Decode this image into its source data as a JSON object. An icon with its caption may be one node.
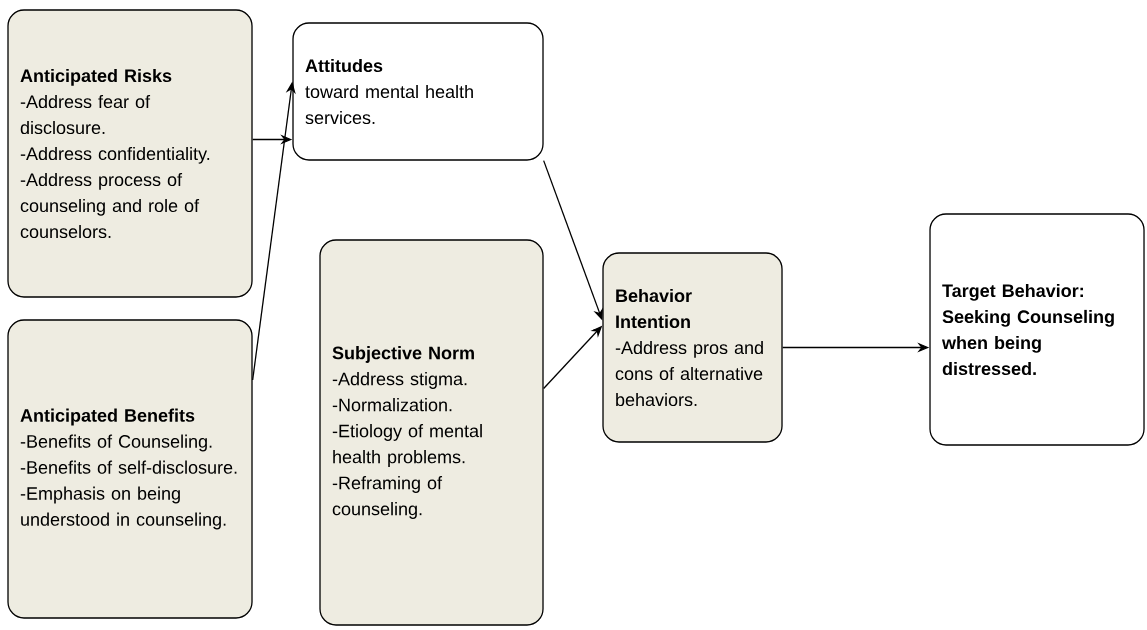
{
  "diagram": {
    "nodes": [
      {
        "text": [
          "Anticipated Risks",
          "-Address fear of disclosure.",
          "-Address confidentiality.",
          "-Address process of counseling and role of counselors."
        ]
      },
      {
        "text": [
          "Attitudes",
          "toward mental health services."
        ]
      },
      {
        "text": [
          "Anticipated Benefits",
          "-Benefits of Counseling.",
          "-Benefits of self-disclosure.",
          "-Emphasis on being understood in counseling."
        ]
      },
      {
        "text": [
          "Subjective Norm",
          "-Address stigma.",
          "-Normalization.",
          "-Etiology of mental health problems.",
          "-Reframing of counseling."
        ]
      },
      {
        "text": [
          "Behavior Intention",
          "-Address pros and cons of alternative behaviors."
        ]
      },
      {
        "text": [
          "Target Behavior: Seeking Counseling when being distressed."
        ]
      }
    ],
    "edges": [
      {
        "from": 0,
        "to": 1,
        "arrow": "to"
      },
      {
        "from": 2,
        "to": 1,
        "arrow": "to"
      },
      {
        "from": 1,
        "to": 4,
        "arrow": "to"
      },
      {
        "from": 3,
        "to": 4,
        "arrow": "to"
      },
      {
        "from": 4,
        "to": 5,
        "arrow": "to"
      }
    ]
  }
}
